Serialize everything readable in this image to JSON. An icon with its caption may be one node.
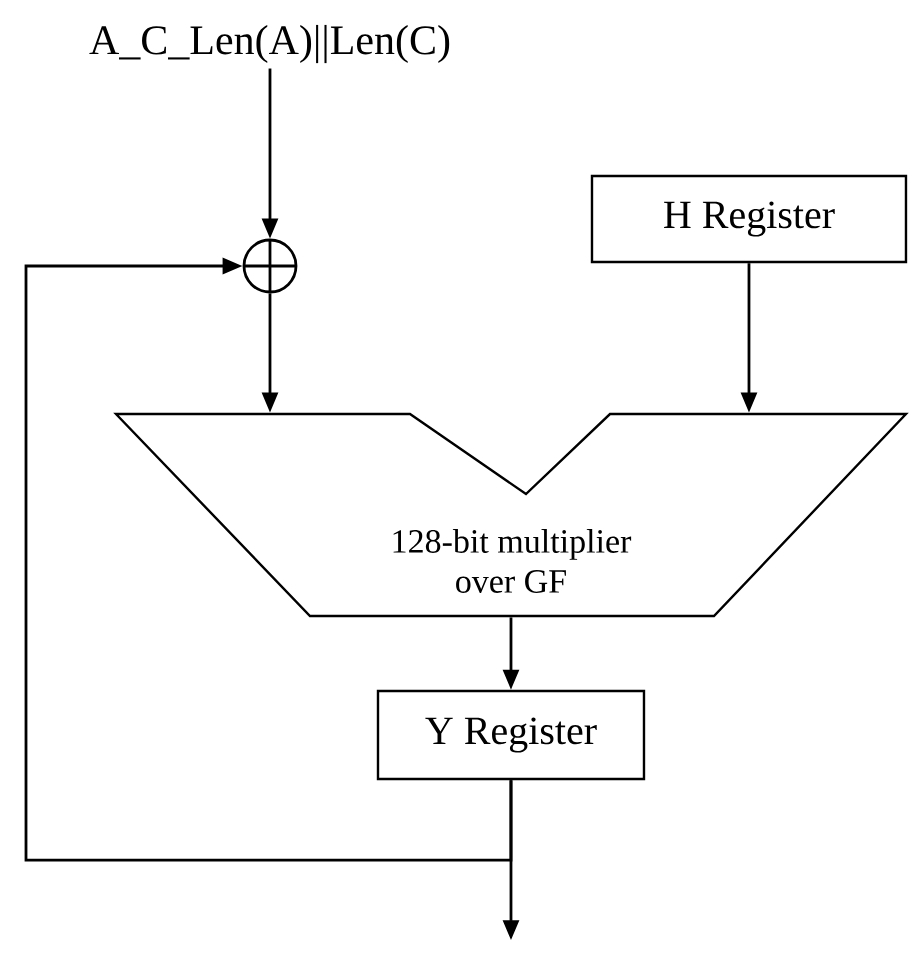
{
  "diagram": {
    "nodes": [
      {
        "text": [
          "A_C_Len(A)||Len(C)"
        ]
      },
      {
        "text": [],
        "shape": "circle"
      },
      {
        "text": [
          "H Register"
        ]
      },
      {
        "text": [
          "128-bit multiplier over GF"
        ]
      },
      {
        "text": [
          "Y Register"
        ]
      }
    ],
    "edges": [
      {
        "from": 0,
        "to": 1,
        "arrow": "to"
      },
      {
        "from": 1,
        "to": 3,
        "arrow": "to"
      },
      {
        "from": 2,
        "to": 3,
        "arrow": "to"
      },
      {
        "from": 3,
        "to": 4,
        "arrow": "to"
      },
      {
        "from": 4,
        "to": 1,
        "arrow": "to"
      },
      {
        "from": 4,
        "to": null,
        "arrow": "to"
      }
    ]
  }
}
